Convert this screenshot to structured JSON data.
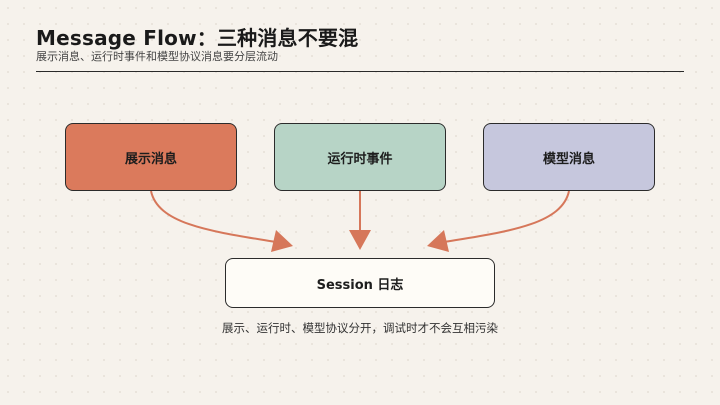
{
  "header": {
    "title": "Message Flow：三种消息不要混",
    "subtitle": "展示消息、运行时事件和模型协议消息要分层流动"
  },
  "nodes": {
    "display": {
      "label": "展示消息"
    },
    "runtime": {
      "label": "运行时事件"
    },
    "model": {
      "label": "模型消息"
    },
    "session": {
      "label": "Session 日志"
    }
  },
  "caption": "展示、运行时、模型协议分开，调试时才不会互相污染",
  "colors": {
    "display_fill": "#db7a5c",
    "runtime_fill": "#b7d4c6",
    "model_fill": "#c6c7dd",
    "session_fill": "#fefcf7",
    "arrow": "#d6775a"
  }
}
